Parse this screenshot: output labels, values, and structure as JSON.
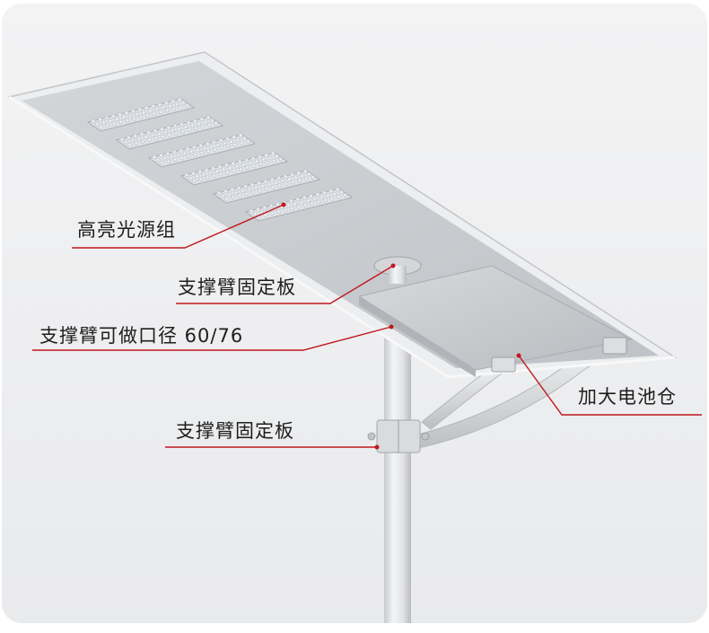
{
  "callouts": {
    "light_source": "高亮光源组",
    "arm_plate_top": "支撑臂固定板",
    "arm_diameter": "支撑臂可做口径 60/76",
    "battery_box": "加大电池仓",
    "arm_plate_bottom": "支撑臂固定板"
  },
  "colors": {
    "panel_edge": "#e4e5e7",
    "panel_face": "#c9ccd0",
    "pole": "#e6e7e9",
    "leader_line": "#c0171c",
    "text": "#1e1e1e"
  }
}
